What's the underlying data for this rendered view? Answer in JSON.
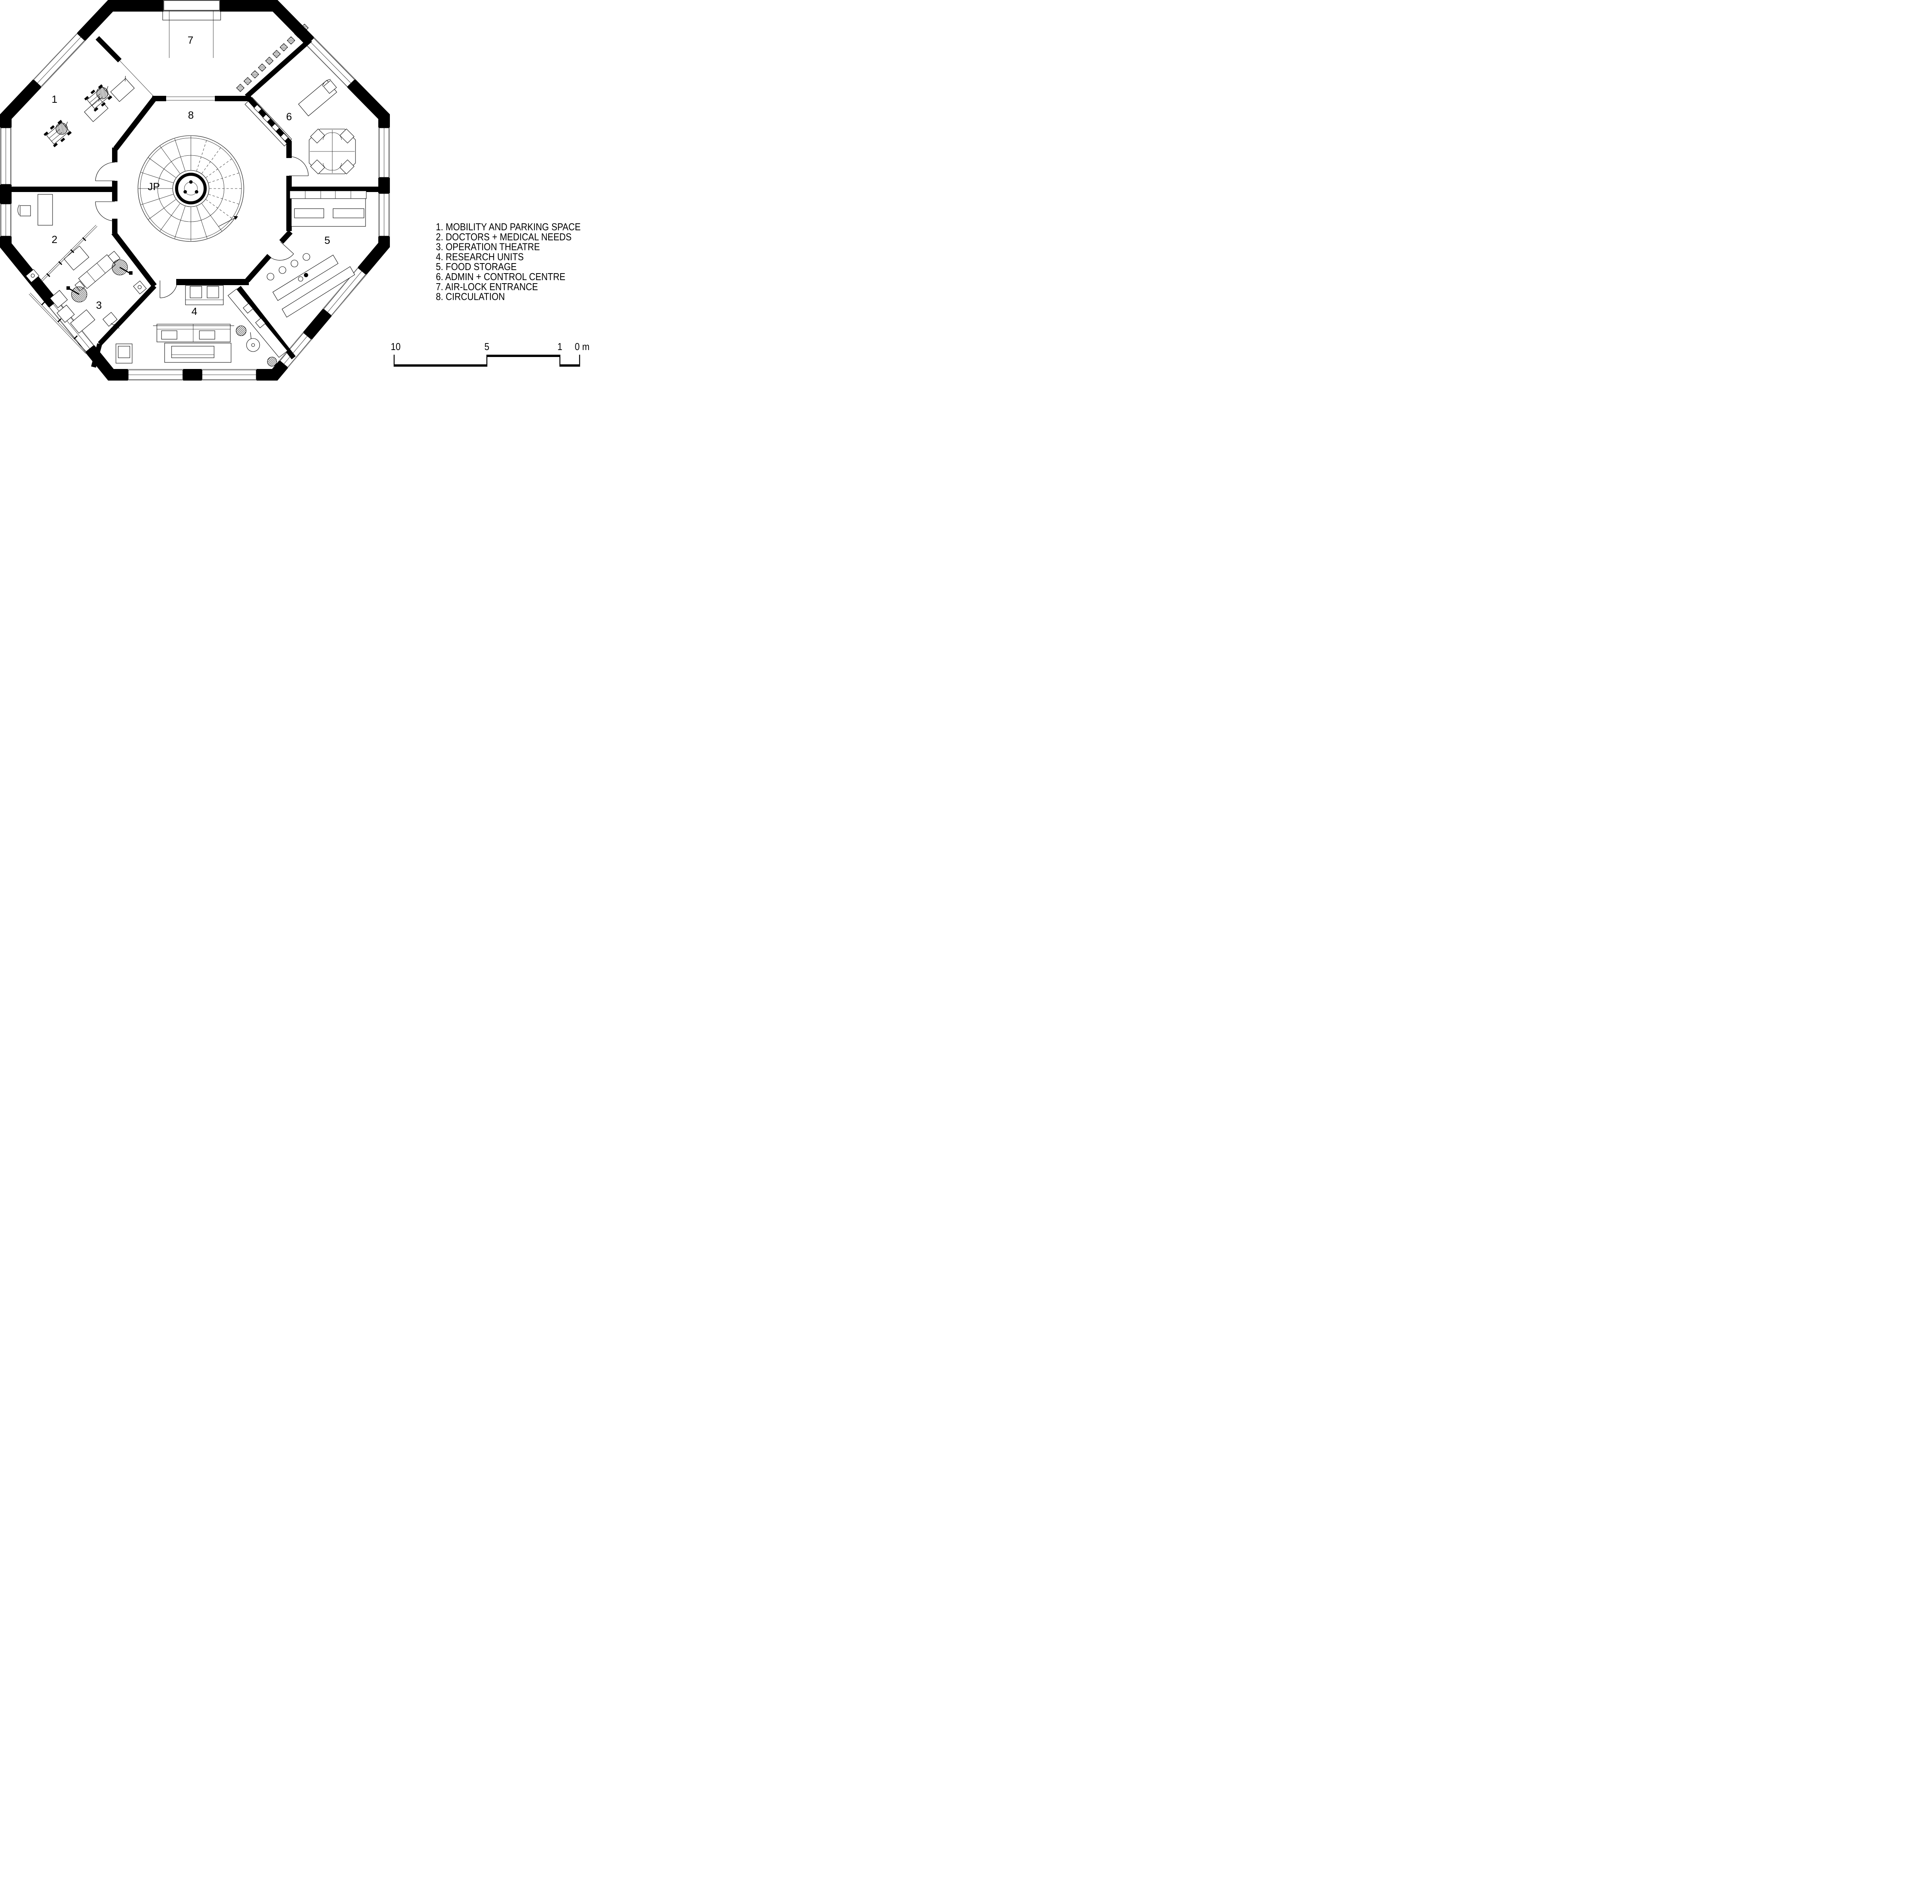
{
  "plan": {
    "room_numbers": [
      "1",
      "2",
      "3",
      "4",
      "5",
      "6",
      "7",
      "8"
    ],
    "stair_label": "JP"
  },
  "legend": {
    "items": [
      "1. MOBILITY AND PARKING SPACE",
      "2. DOCTORS + MEDICAL NEEDS",
      "3. OPERATION THEATRE",
      "4. RESEARCH UNITS",
      "5. FOOD STORAGE",
      "6. ADMIN + CONTROL CENTRE",
      "7. AIR-LOCK ENTRANCE",
      "8. CIRCULATION"
    ]
  },
  "scale_bar": {
    "labels": [
      "10",
      "5",
      "1",
      "0 m"
    ]
  },
  "colors": {
    "ink": "#000000",
    "background": "#ffffff"
  }
}
